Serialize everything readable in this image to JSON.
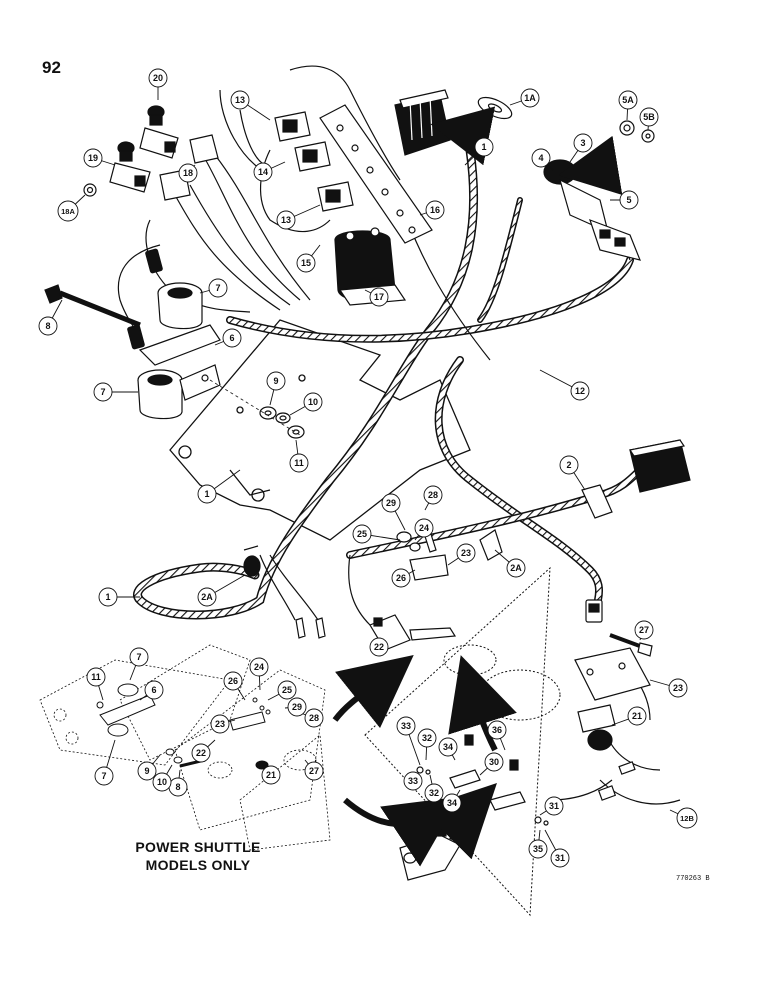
{
  "page": {
    "number": "92"
  },
  "note": {
    "line1": "POWER SHUTTLE",
    "line2": "MODELS ONLY"
  },
  "drawing_id": "770263 B",
  "callouts": [
    "1",
    "1",
    "1",
    "1A",
    "2",
    "2A",
    "2A",
    "3",
    "4",
    "5",
    "5A",
    "5B",
    "6",
    "6",
    "7",
    "7",
    "7",
    "7",
    "8",
    "8",
    "9",
    "9",
    "10",
    "10",
    "11",
    "11",
    "12",
    "12B",
    "13",
    "13",
    "14",
    "15",
    "16",
    "17",
    "18",
    "18A",
    "19",
    "20",
    "21",
    "21",
    "22",
    "22",
    "23",
    "23",
    "23",
    "24",
    "24",
    "25",
    "25",
    "26",
    "26",
    "27",
    "27",
    "28",
    "28",
    "29",
    "29",
    "30",
    "31",
    "31",
    "32",
    "32",
    "33",
    "33",
    "34",
    "34",
    "35",
    "36"
  ],
  "colors": {
    "ink": "#111111",
    "paper": "#ffffff"
  }
}
